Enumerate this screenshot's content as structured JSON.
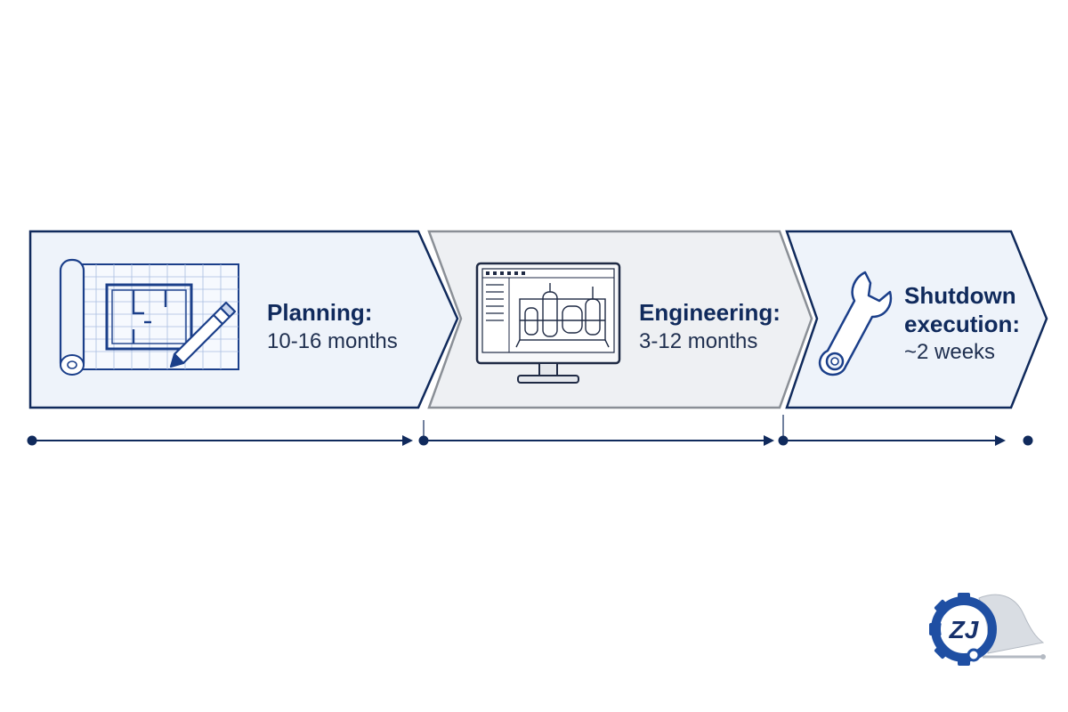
{
  "stages": [
    {
      "title": "Planning:",
      "duration": "10-16 months",
      "icon": "blueprint-pencil-icon"
    },
    {
      "title": "Engineering:",
      "duration": "3-12 months",
      "icon": "monitor-plant-model-icon"
    },
    {
      "title_line1": "Shutdown",
      "title_line2": "execution:",
      "duration": "~2 weeks",
      "icon": "wrench-icon"
    }
  ],
  "logo": {
    "text": "ZJ"
  },
  "colors": {
    "navy": "#102a5c",
    "panel_blue": "#eef3fa",
    "panel_grey": "#eef0f3",
    "grey_border": "#8a8f96"
  }
}
